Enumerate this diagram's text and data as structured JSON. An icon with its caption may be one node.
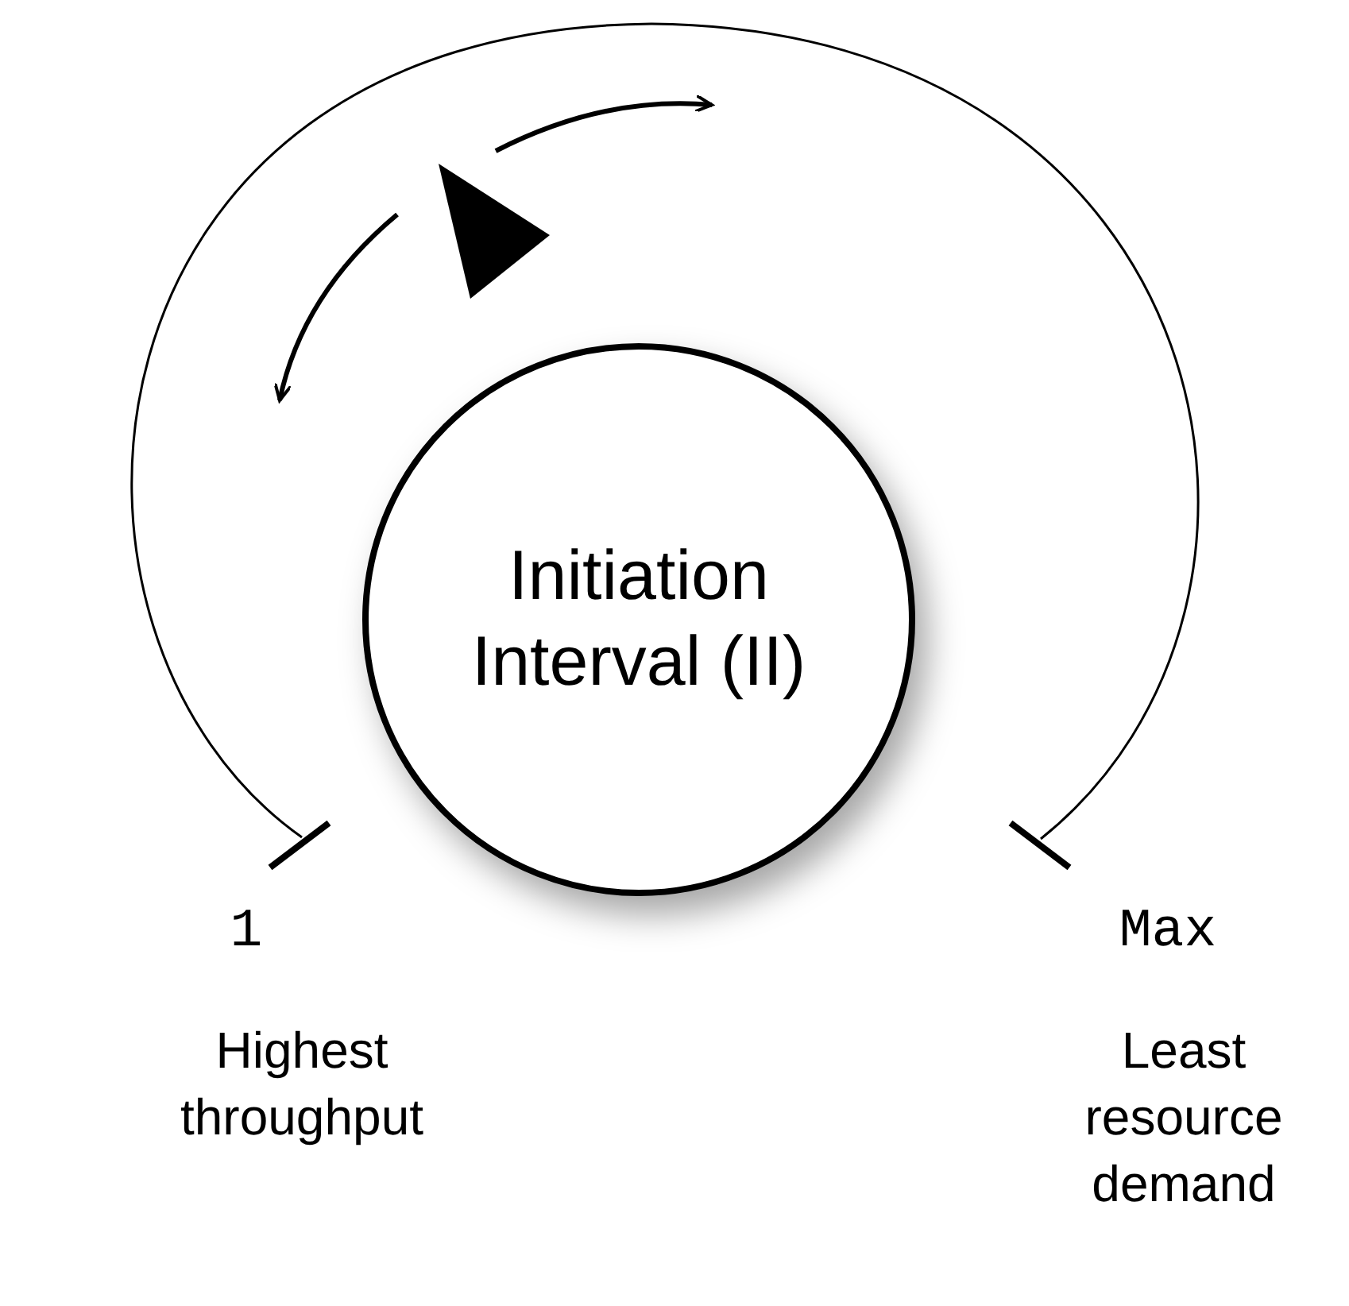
{
  "diagram": {
    "nodes": [
      {
        "text": [
          "Initiation Interval (II)"
        ]
      }
    ],
    "labels": [
      "1",
      "Max",
      "Highest throughput",
      "Least resource demand"
    ]
  }
}
